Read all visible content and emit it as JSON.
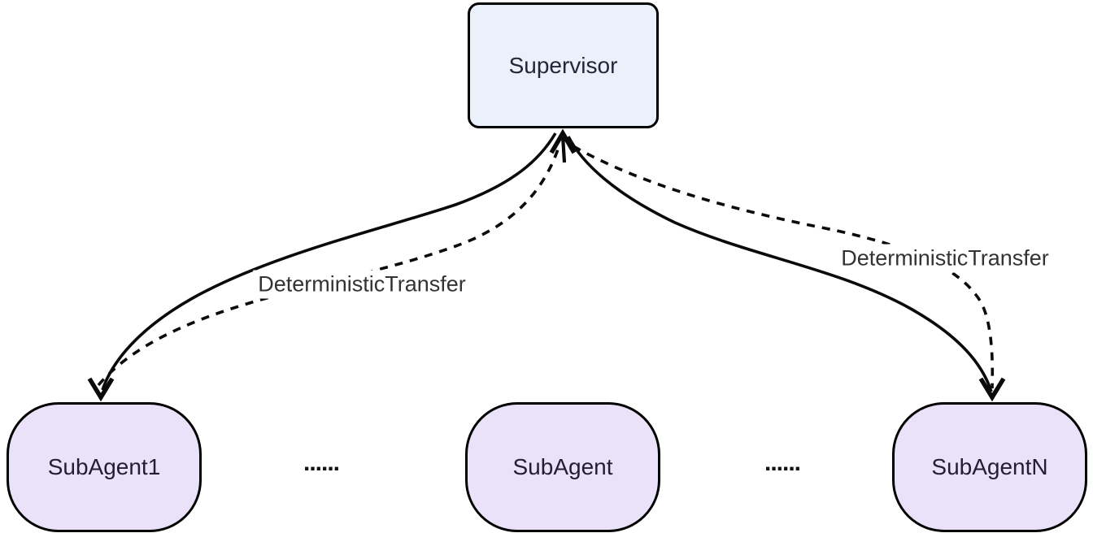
{
  "diagram": {
    "type": "flowchart",
    "background": "#ffffff",
    "nodes": [
      {
        "id": "supervisor",
        "label": "Supervisor",
        "shape": "rounded-rectangle",
        "fill": "#EBF1FB",
        "stroke": "#000000",
        "text_color": "#232638"
      },
      {
        "id": "subagent1",
        "label": "SubAgent1",
        "shape": "stadium",
        "fill": "#E9E2F9",
        "stroke": "#000000",
        "text_color": "#211F31"
      },
      {
        "id": "subagent",
        "label": "SubAgent",
        "shape": "stadium",
        "fill": "#E9E2F9",
        "stroke": "#000000",
        "text_color": "#211F31"
      },
      {
        "id": "subagentN",
        "label": "SubAgentN",
        "shape": "stadium",
        "fill": "#E9E2F9",
        "stroke": "#000000",
        "text_color": "#211F31"
      }
    ],
    "edges": [
      {
        "from": "supervisor",
        "to": "subagent1",
        "style": "solid",
        "label": ""
      },
      {
        "from": "supervisor",
        "to": "subagentN",
        "style": "solid",
        "label": ""
      },
      {
        "from": "subagent1",
        "to": "supervisor",
        "style": "dashed",
        "label": "DeterministicTransfer"
      },
      {
        "from": "subagentN",
        "to": "supervisor",
        "style": "dashed",
        "label": "DeterministicTransfer"
      }
    ],
    "ellipsis": {
      "left": "......",
      "right": "......"
    },
    "colors": {
      "edge_stroke": "#0A0A0A",
      "edge_label_text": "#333333",
      "node_border": "#000000"
    }
  }
}
